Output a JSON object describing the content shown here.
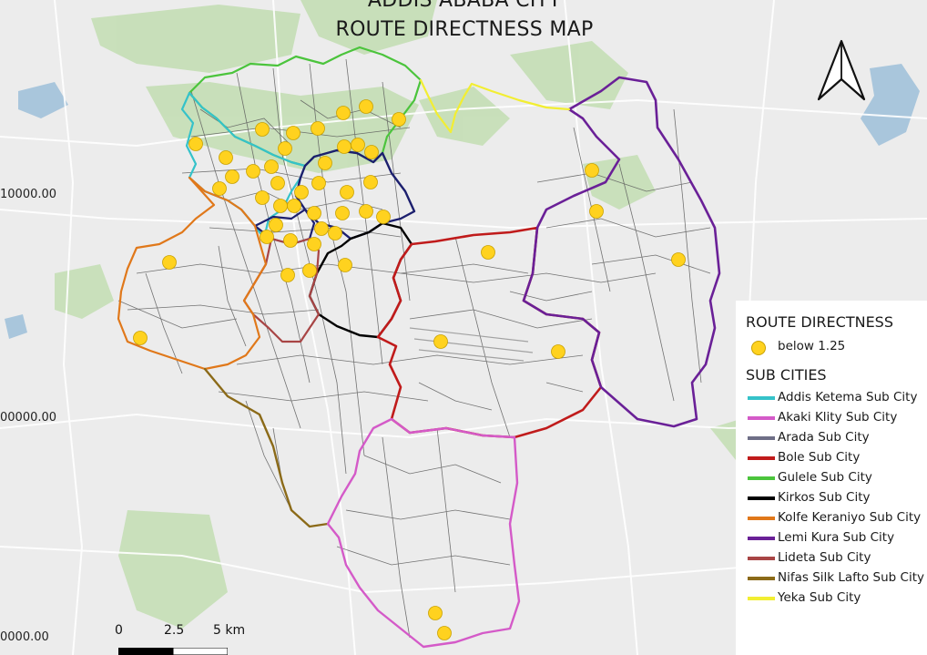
{
  "title_line1": "ADDIS ABABA CITY",
  "title_line2": "ROUTE DIRECTNESS MAP",
  "coordinate_labels": [
    "10000.00",
    "00000.00",
    "0000.00"
  ],
  "legend": {
    "route_heading": "ROUTE DIRECTNESS",
    "route_item": "below 1.25",
    "route_color": "#ffd21f",
    "subcity_heading": "SUB CITIES",
    "subcities": [
      {
        "name": "Addis Ketema Sub City",
        "color": "#35c2c9"
      },
      {
        "name": "Akaki Klity Sub City",
        "color": "#d45ac8"
      },
      {
        "name": "Arada Sub City",
        "color": "#6e6e86"
      },
      {
        "name": "Bole Sub City",
        "color": "#c01b1b"
      },
      {
        "name": "Gulele Sub City",
        "color": "#4bc43c"
      },
      {
        "name": "Kirkos Sub City",
        "color": "#000000"
      },
      {
        "name": "Kolfe Keraniyo Sub City",
        "color": "#e0781a"
      },
      {
        "name": "Lemi Kura Sub City",
        "color": "#6a2097"
      },
      {
        "name": "Lideta Sub City",
        "color": "#a84545"
      },
      {
        "name": "Nifas Silk Lafto Sub City",
        "color": "#8b6a18"
      },
      {
        "name": "Yeka Sub City",
        "color": "#f2ee32"
      }
    ]
  },
  "scale": {
    "labels": [
      "0",
      "2.5",
      "5 km"
    ]
  },
  "north_arrow_icon": "north-arrow-icon"
}
